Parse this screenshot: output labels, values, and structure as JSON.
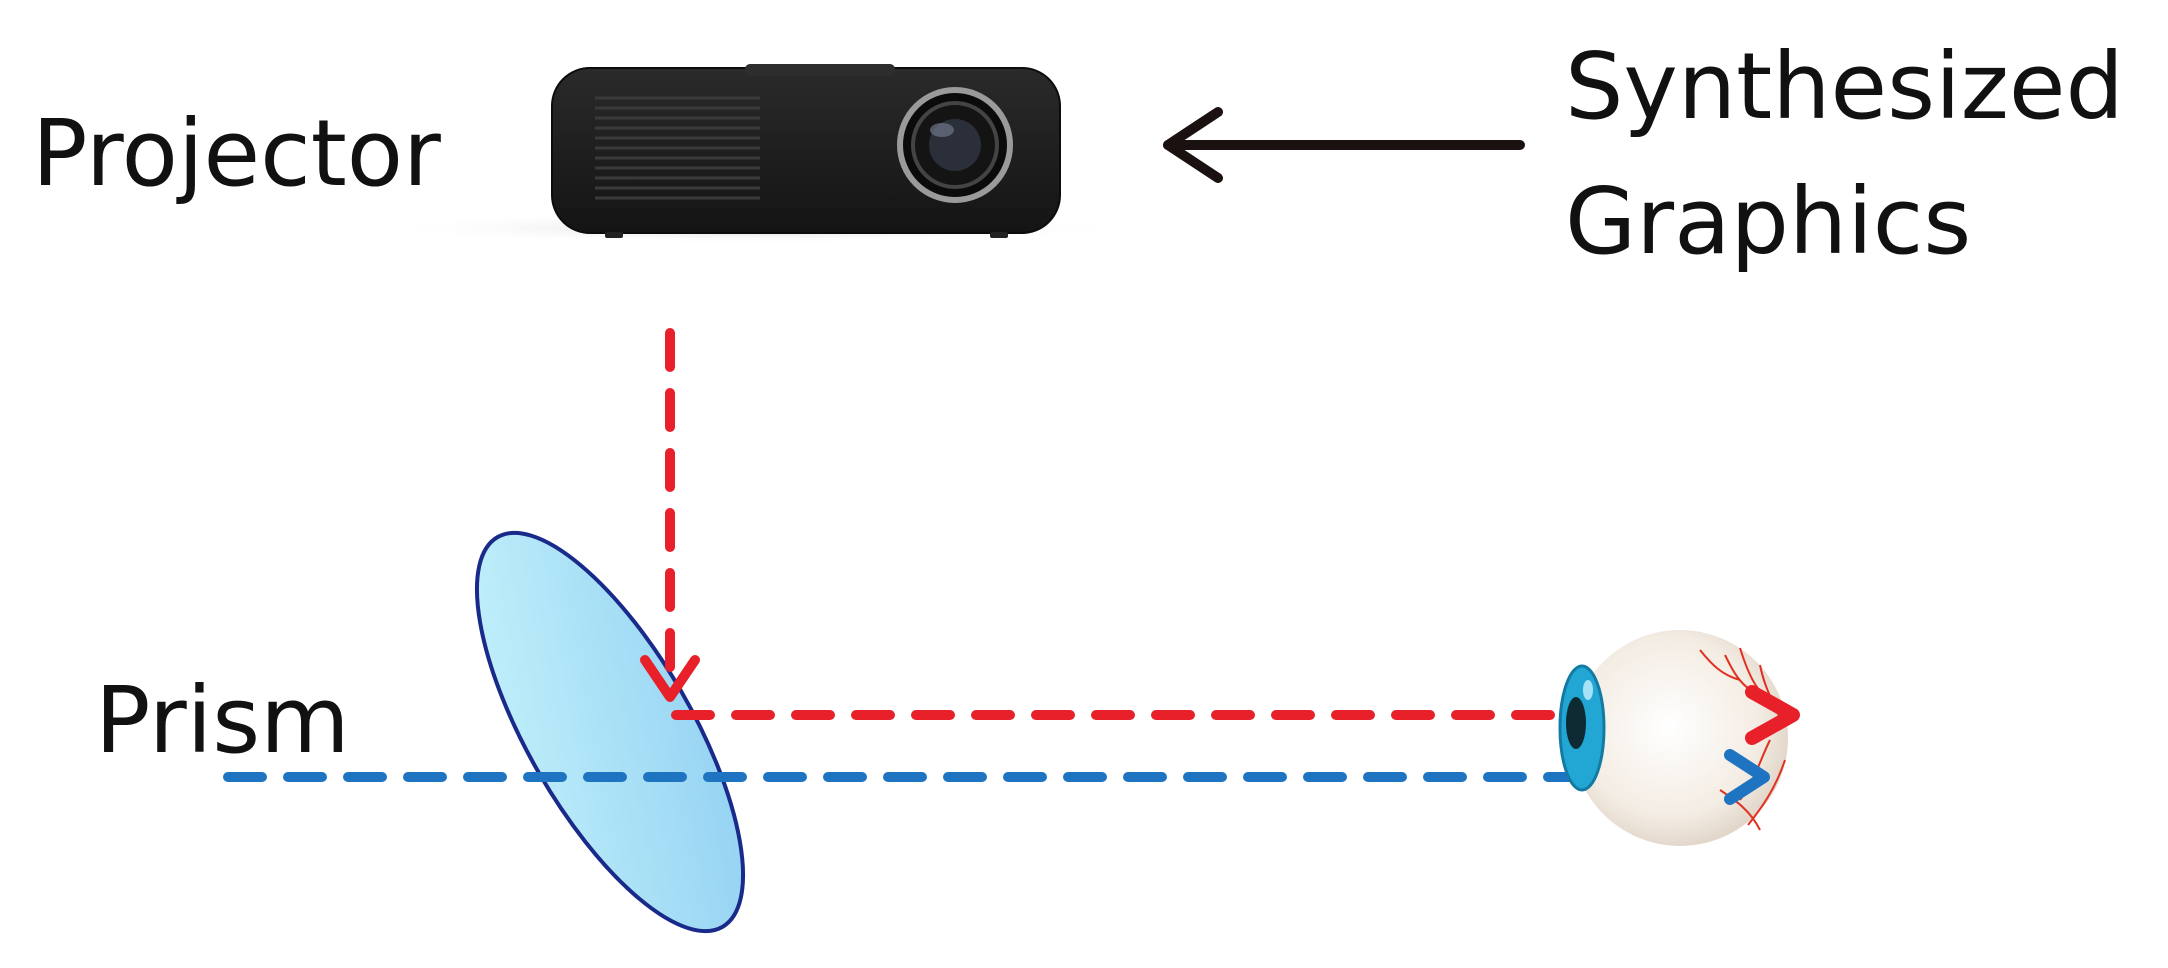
{
  "labels": {
    "projector": "Projector",
    "synthesized_line1": "Synthesized",
    "synthesized_line2": "Graphics",
    "prism": "Prism"
  },
  "icons": {
    "projector": "projector-icon",
    "prism": "prism-ellipse",
    "eye": "eyeball-icon"
  },
  "colors": {
    "projected_ray": "#e8202a",
    "real_world_ray": "#1f74c2",
    "input_arrow": "#1a1110",
    "prism_fill": "#9fdcf5",
    "prism_stroke": "#1a2a8a",
    "projector_body": "#1c1c1c",
    "iris": "#22a7d4"
  }
}
